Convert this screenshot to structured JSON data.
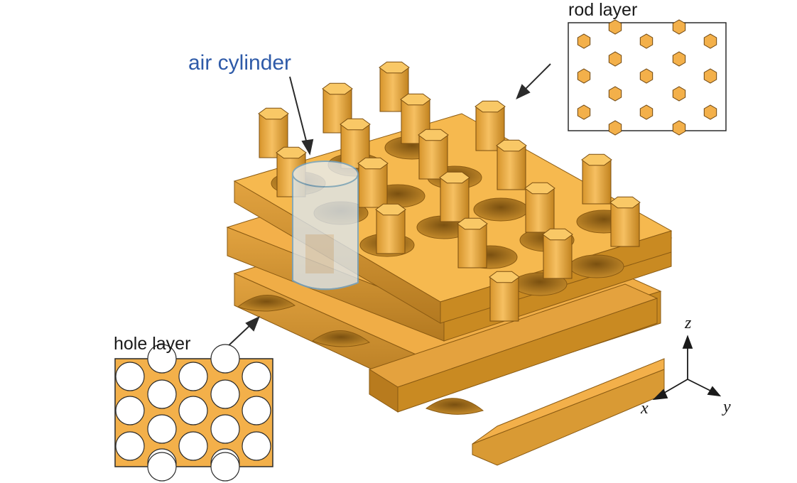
{
  "labels": {
    "rod_layer": "rod layer",
    "air_cylinder": "air cylinder",
    "hole_layer": "hole layer"
  },
  "axes": {
    "z": "z",
    "x": "x",
    "y": "y"
  },
  "colors": {
    "gold": "#f3b04a",
    "gold_top": "#f8c25c",
    "gold_dark": "#c98a22",
    "gold_shadow": "#a86f18",
    "edge": "#2b2b2b",
    "cylinder_fill": "#d9e6f0",
    "cylinder_stroke": "#6aa6d6",
    "air_label": "#2e5aa8"
  }
}
